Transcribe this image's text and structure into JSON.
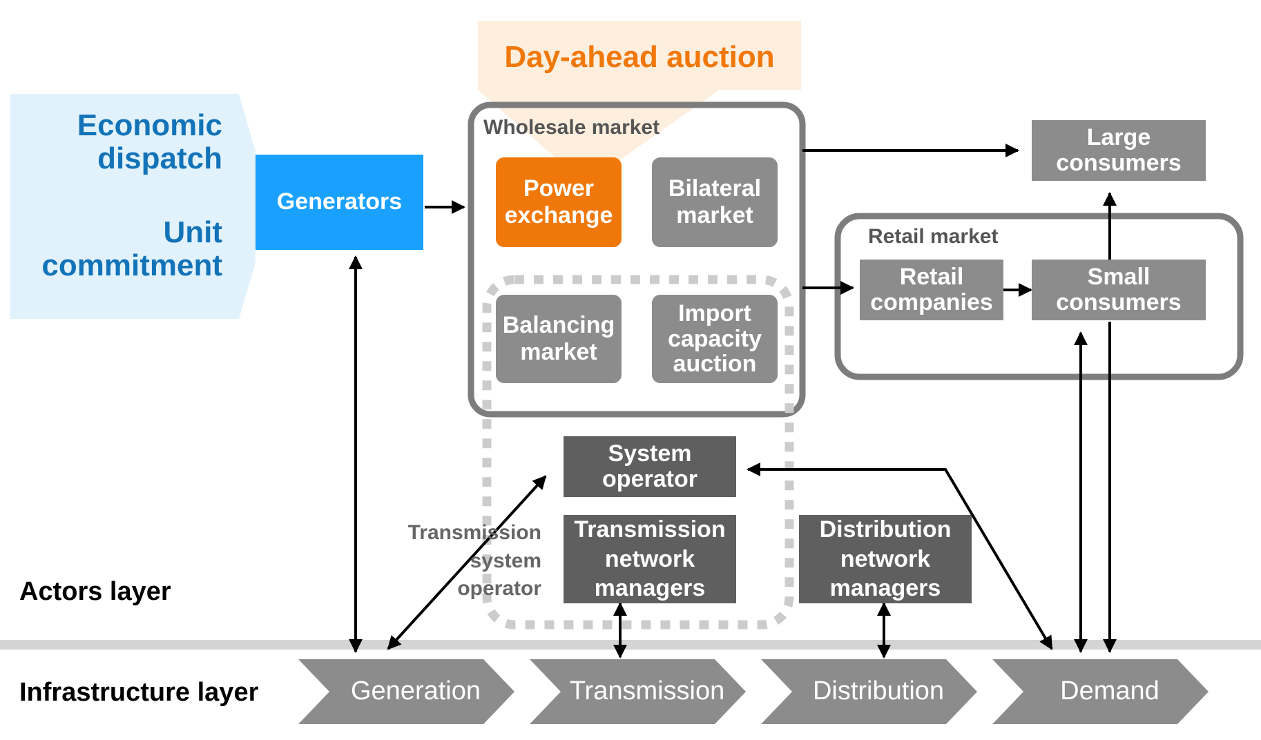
{
  "title": "Day-ahead auction",
  "planning": {
    "line1": "Economic",
    "line2": "dispatch",
    "line3": "Unit",
    "line4": "commitment"
  },
  "generators": "Generators",
  "wholesale": {
    "title": "Wholesale market",
    "power_exchange": [
      "Power",
      "exchange"
    ],
    "bilateral": [
      "Bilateral",
      "market"
    ],
    "balancing": [
      "Balancing",
      "market"
    ],
    "import_capacity": [
      "Import",
      "capacity",
      "auction"
    ]
  },
  "large_consumers": [
    "Large",
    "consumers"
  ],
  "retail": {
    "title": "Retail market",
    "companies": [
      "Retail",
      "companies"
    ],
    "small_consumers": [
      "Small",
      "consumers"
    ]
  },
  "system_operator": [
    "System",
    "operator"
  ],
  "tso_label": [
    "Transmission",
    "system",
    "operator"
  ],
  "tnm": [
    "Transmission",
    "network",
    "managers"
  ],
  "dnm": [
    "Distribution",
    "network",
    "managers"
  ],
  "layers": {
    "actors": "Actors layer",
    "infrastructure": "Infrastructure layer"
  },
  "chain": [
    "Generation",
    "Transmission",
    "Distribution",
    "Demand"
  ],
  "colors": {
    "blue": "#1aa0ff",
    "dark_blue_text": "#1273b8",
    "light_blue": "#e2f2fc",
    "orange": "#f0780a",
    "light_orange": "#fdeedd",
    "grey_box": "#8c8c8c",
    "dark_box": "#5f5f5f",
    "frame": "#7d7d7d",
    "dotted": "#cccccc"
  }
}
